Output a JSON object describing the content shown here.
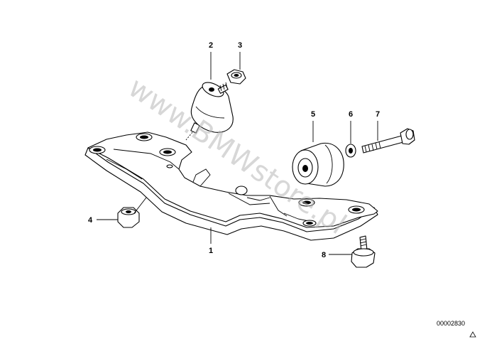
{
  "watermark": "www.BMWstore.pl",
  "document_number": "00002830",
  "callouts": {
    "c1": "1",
    "c2": "2",
    "c3": "3",
    "c4": "4",
    "c5": "5",
    "c6": "6",
    "c7": "7",
    "c8": "8"
  },
  "colors": {
    "line": "#000000",
    "watermark": "#b7b7b7",
    "background": "#ffffff"
  },
  "corner_icon": "triangle-outline-icon"
}
